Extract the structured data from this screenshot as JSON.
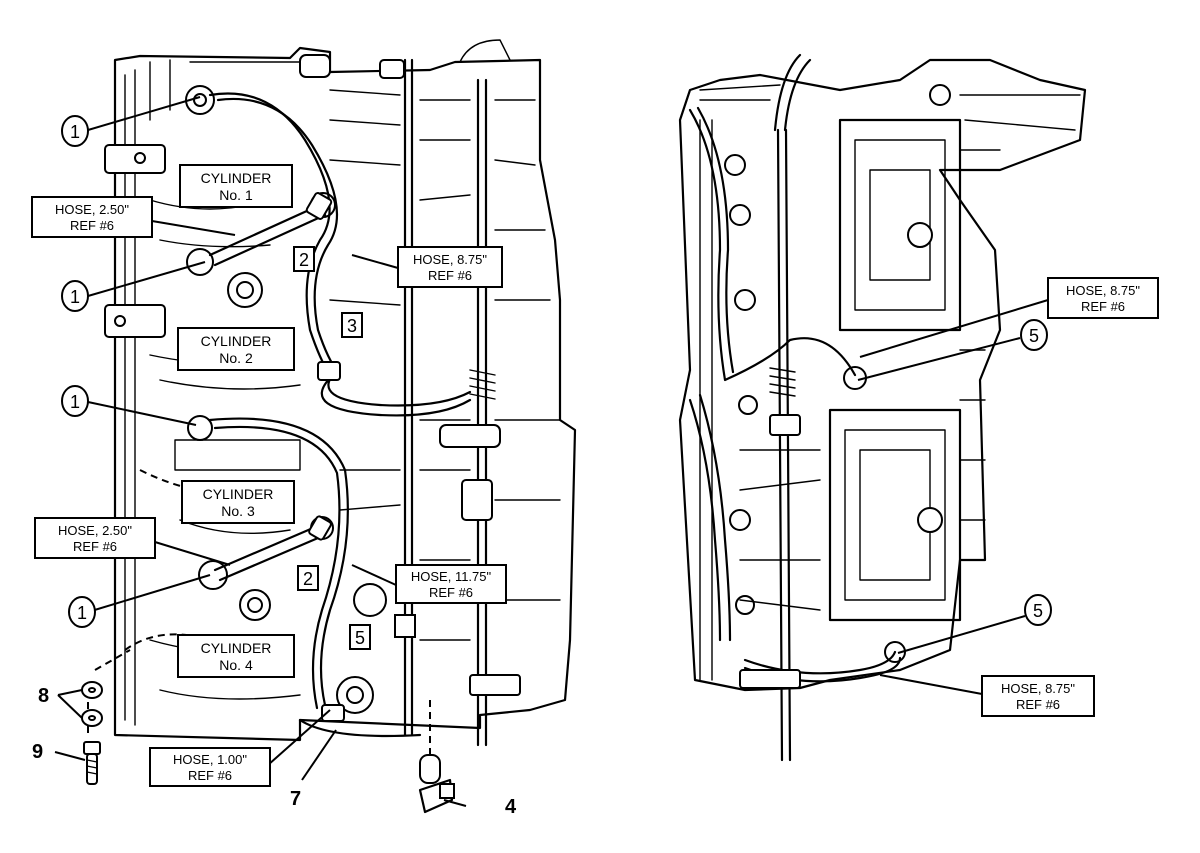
{
  "callouts": {
    "c1": "1",
    "c2": "2",
    "c3": "3",
    "c4": "4",
    "c5": "5",
    "c7": "7",
    "c8": "8",
    "c9": "9"
  },
  "cylinders": {
    "cyl1_a": "CYLINDER",
    "cyl1_b": "No. 1",
    "cyl2_a": "CYLINDER",
    "cyl2_b": "No. 2",
    "cyl3_a": "CYLINDER",
    "cyl3_b": "No. 3",
    "cyl4_a": "CYLINDER",
    "cyl4_b": "No. 4"
  },
  "hoses": {
    "h250a_a": "HOSE, 2.50\"",
    "h250a_b": "REF #6",
    "h875a_a": "HOSE,   8.75\"",
    "h875a_b": "REF #6",
    "h250b_a": "HOSE,   2.50\"",
    "h250b_b": "REF #6",
    "h1175_a": "HOSE, 11.75\"",
    "h1175_b": "REF #6",
    "h100_a": "HOSE, 1.00\"",
    "h100_b": "REF #6",
    "h875r1_a": "HOSE, 8.75\"",
    "h875r1_b": "REF #6",
    "h875r2_a": "HOSE, 8.75\"",
    "h875r2_b": "REF #6"
  }
}
